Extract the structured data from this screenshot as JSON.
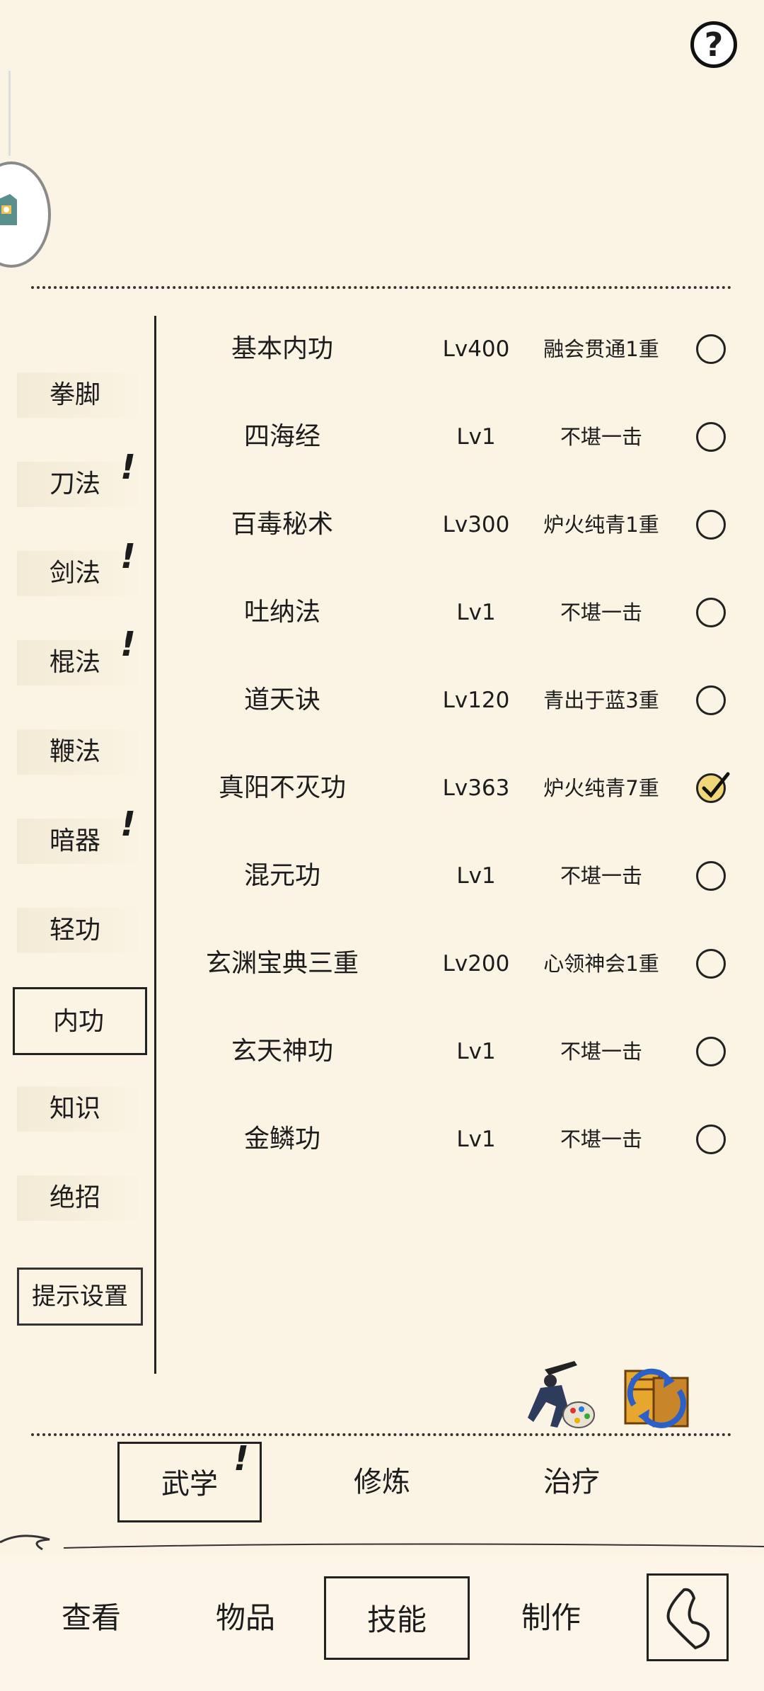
{
  "header": {
    "help_icon_glyph": "?"
  },
  "sidebar": {
    "items": [
      {
        "label": "拳脚",
        "alert": ""
      },
      {
        "label": "刀法",
        "alert": "!"
      },
      {
        "label": "剑法",
        "alert": "!"
      },
      {
        "label": "棍法",
        "alert": "!"
      },
      {
        "label": "鞭法",
        "alert": ""
      },
      {
        "label": "暗器",
        "alert": "!"
      },
      {
        "label": "轻功",
        "alert": ""
      },
      {
        "label": "内功",
        "alert": "",
        "active": true
      },
      {
        "label": "知识",
        "alert": ""
      },
      {
        "label": "绝招",
        "alert": ""
      }
    ],
    "hint_settings_label": "提示设置"
  },
  "skills": [
    {
      "name": "基本内功",
      "level": "Lv400",
      "rank": "融会贯通1重",
      "checked": false
    },
    {
      "name": "四海经",
      "level": "Lv1",
      "rank": "不堪一击",
      "checked": false
    },
    {
      "name": "百毒秘术",
      "level": "Lv300",
      "rank": "炉火纯青1重",
      "checked": false
    },
    {
      "name": "吐纳法",
      "level": "Lv1",
      "rank": "不堪一击",
      "checked": false
    },
    {
      "name": "道天诀",
      "level": "Lv120",
      "rank": "青出于蓝3重",
      "checked": false
    },
    {
      "name": "真阳不灭功",
      "level": "Lv363",
      "rank": "炉火纯青7重",
      "checked": true
    },
    {
      "name": "混元功",
      "level": "Lv1",
      "rank": "不堪一击",
      "checked": false
    },
    {
      "name": "玄渊宝典三重",
      "level": "Lv200",
      "rank": "心领神会1重",
      "checked": false
    },
    {
      "name": "玄天神功",
      "level": "Lv1",
      "rank": "不堪一击",
      "checked": false
    },
    {
      "name": "金鳞功",
      "level": "Lv1",
      "rank": "不堪一击",
      "checked": false
    }
  ],
  "actions": {
    "left_icon": "martial-artist-palette-icon",
    "right_icon": "scroll-swap-icon"
  },
  "subtabs": [
    {
      "label": "武学",
      "alert": "!",
      "active": true
    },
    {
      "label": "修炼",
      "alert": ""
    },
    {
      "label": "治疗",
      "alert": ""
    }
  ],
  "bottom_nav": [
    {
      "label": "查看"
    },
    {
      "label": "物品"
    },
    {
      "label": "技能",
      "active": true
    },
    {
      "label": "制作"
    }
  ],
  "colors": {
    "background": "#fbf3e3",
    "ink": "#1c1c1c",
    "check_fill": "#f1d67a"
  }
}
